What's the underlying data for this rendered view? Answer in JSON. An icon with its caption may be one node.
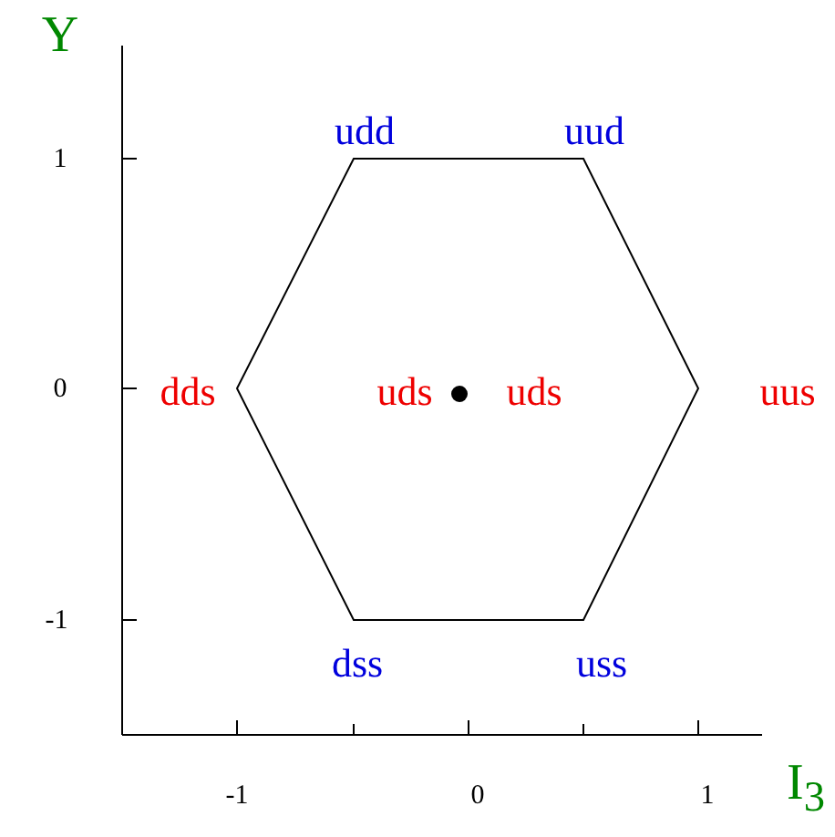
{
  "diagram": {
    "labels": [
      "Y",
      "udd",
      "uud",
      "1",
      "dds",
      "0",
      "uds",
      "uds",
      "uus",
      "-1",
      "dss",
      "uss",
      "-1",
      "0",
      "1",
      "I$_{3}$"
    ]
  }
}
